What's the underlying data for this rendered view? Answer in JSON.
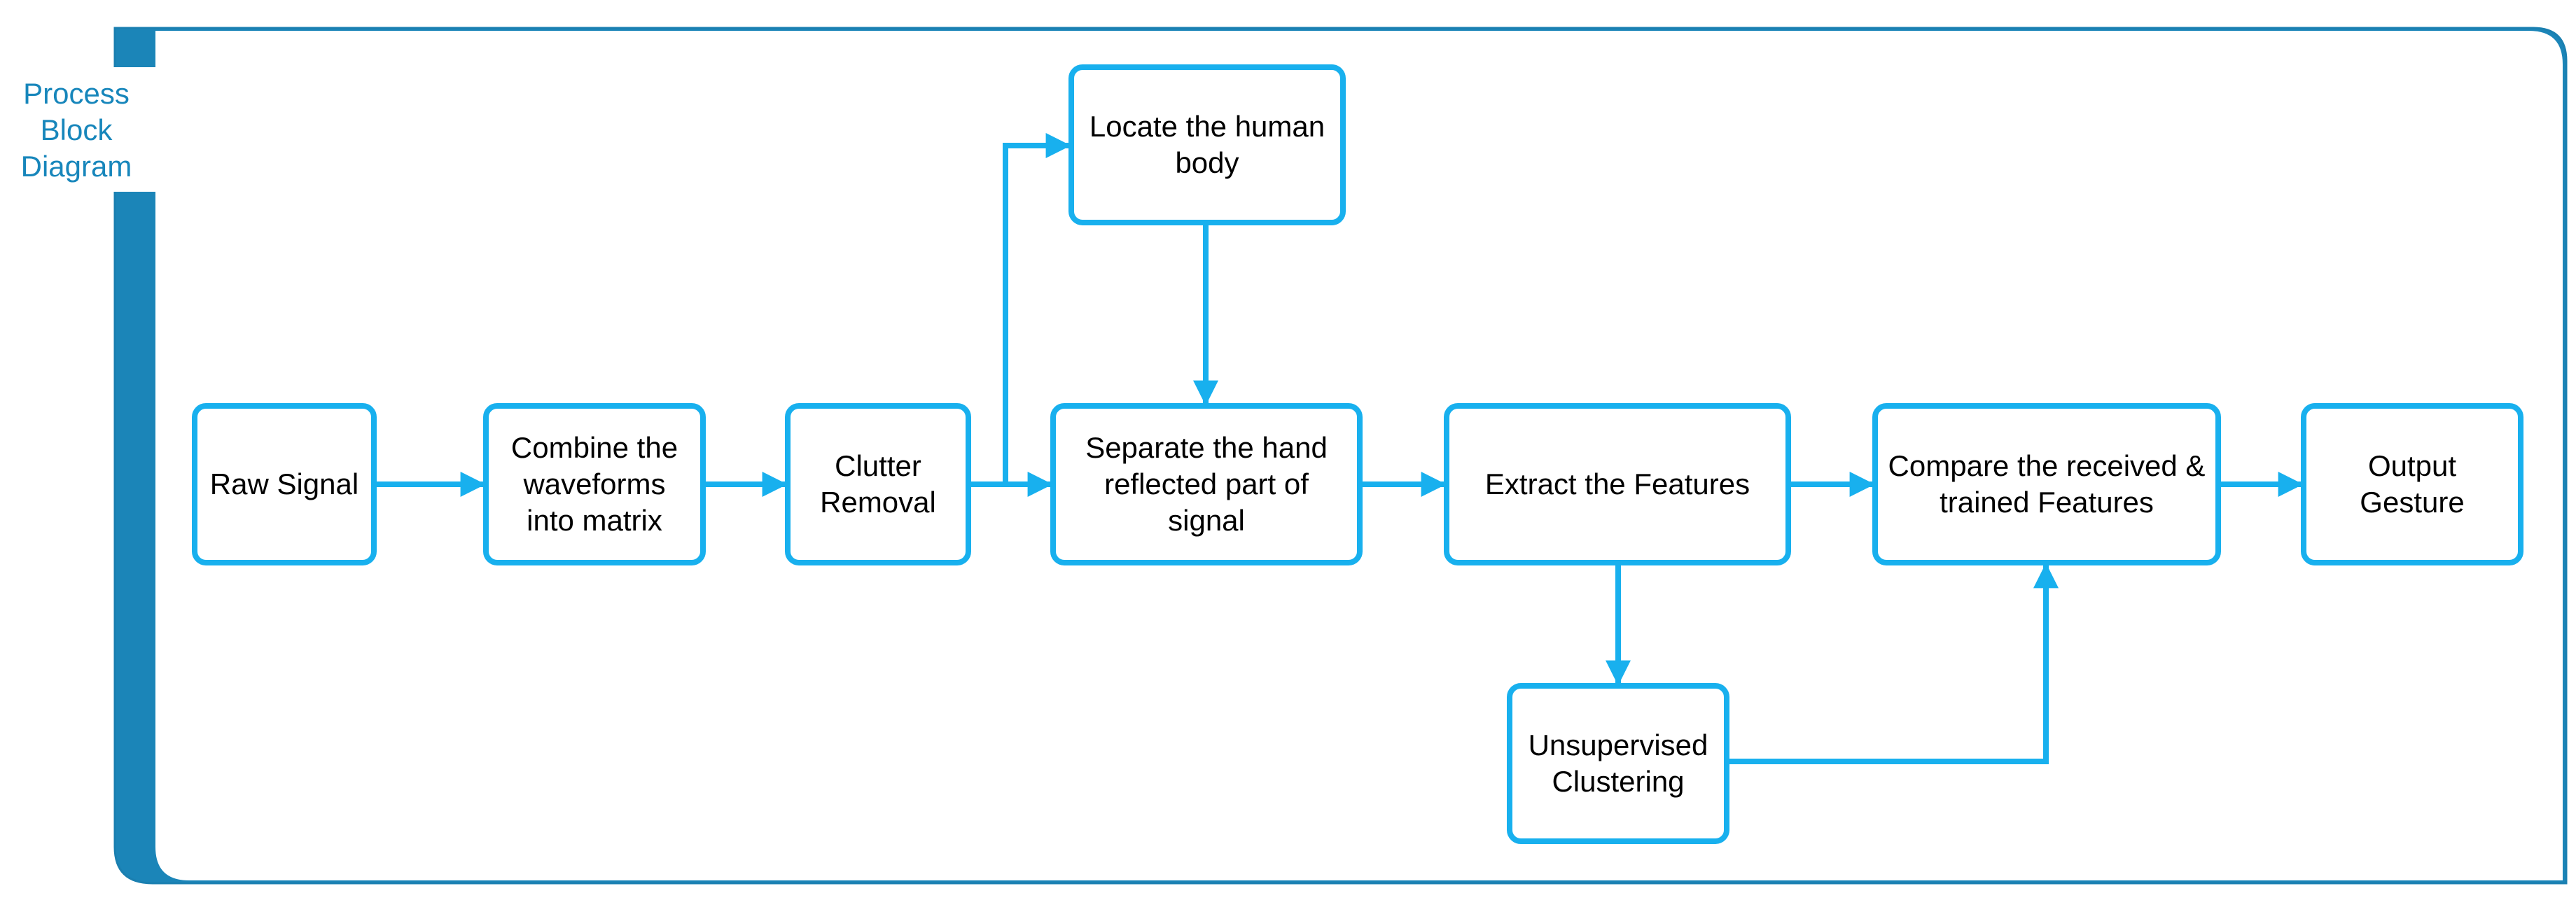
{
  "frame": {
    "title_lines": [
      "Process",
      "Block",
      "Diagram"
    ],
    "colors": {
      "frame_band": "#1b85b8",
      "frame_border": "#1a7fb0",
      "title_text": "#1786bb"
    }
  },
  "colors": {
    "node_border": "#18b0ee",
    "arrow": "#18b0ee",
    "node_text": "#000000"
  },
  "nodes": {
    "raw_signal": "Raw Signal",
    "combine": "Combine the\nwaveforms\ninto matrix",
    "clutter": "Clutter\nRemoval",
    "locate": "Locate the human\nbody",
    "separate": "Separate the hand\nreflected part of\nsignal",
    "extract": "Extract the Features",
    "clustering": "Unsupervised\nClustering",
    "compare": "Compare the received &\ntrained Features",
    "output": "Output\nGesture"
  }
}
